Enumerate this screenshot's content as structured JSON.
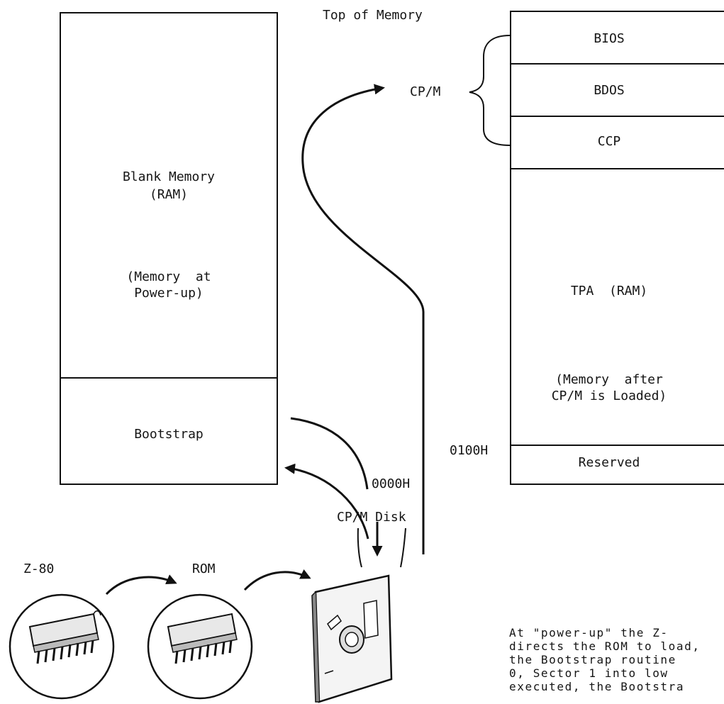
{
  "top_of_memory": "Top of Memory",
  "left_map": {
    "blank_line1": "Blank Memory",
    "blank_line2": "(RAM)",
    "note_line1": "(Memory  at",
    "note_line2": "Power-up)",
    "bootstrap": "Bootstrap"
  },
  "right_map": {
    "bios": "BIOS",
    "bdos": "BDOS",
    "ccp": "CCP",
    "cpm_label": "CP/M",
    "tpa": "TPA  (RAM)",
    "note_line1": "(Memory  after",
    "note_line2": "CP/M is Loaded)",
    "addr_0100": "0100H",
    "reserved": "Reserved"
  },
  "addr_0000": "0000H",
  "cpm_disk": "CP/M Disk",
  "chips": {
    "z80": "Z-80",
    "rom": "ROM"
  },
  "paragraph": [
    "At \"power-up\" the Z-",
    "directs the ROM to load,",
    "the Bootstrap routine",
    "0, Sector 1 into low",
    "executed, the Bootstra"
  ]
}
